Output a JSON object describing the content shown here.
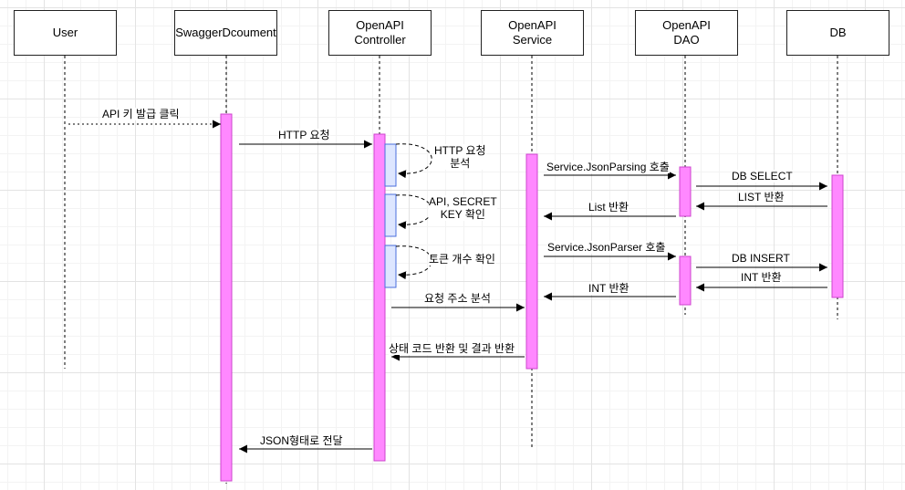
{
  "participants": [
    {
      "id": "user",
      "label": "User"
    },
    {
      "id": "swagger",
      "label": "SwaggerDcoument"
    },
    {
      "id": "controller",
      "label": "OpenAPI\nController"
    },
    {
      "id": "service",
      "label": "OpenAPI\nService"
    },
    {
      "id": "dao",
      "label": "OpenAPI\nDAO"
    },
    {
      "id": "db",
      "label": "DB"
    }
  ],
  "messages": [
    {
      "id": "m1",
      "from": "user",
      "to": "swagger",
      "label": "API 키 발급 클릭",
      "style": "dotted"
    },
    {
      "id": "m2",
      "from": "swagger",
      "to": "controller",
      "label": "HTTP 요청",
      "style": "solid"
    },
    {
      "id": "m3",
      "from": "controller",
      "to": "controller",
      "label": "HTTP 요청\n분석",
      "style": "self"
    },
    {
      "id": "m4",
      "from": "controller",
      "to": "controller",
      "label": "API, SECRET\nKEY 확인",
      "style": "self"
    },
    {
      "id": "m5",
      "from": "controller",
      "to": "controller",
      "label": "토큰 개수 확인",
      "style": "self"
    },
    {
      "id": "m6",
      "from": "service",
      "to": "dao",
      "label": "Service.JsonParsing 호출",
      "style": "solid"
    },
    {
      "id": "m7",
      "from": "dao",
      "to": "db",
      "label": "DB SELECT",
      "style": "solid"
    },
    {
      "id": "m8",
      "from": "db",
      "to": "dao",
      "label": "LIST 반환",
      "style": "solid"
    },
    {
      "id": "m9",
      "from": "dao",
      "to": "service",
      "label": "List 반환",
      "style": "solid"
    },
    {
      "id": "m10",
      "from": "service",
      "to": "dao",
      "label": "Service.JsonParser 호출",
      "style": "solid"
    },
    {
      "id": "m11",
      "from": "dao",
      "to": "db",
      "label": "DB INSERT",
      "style": "solid"
    },
    {
      "id": "m12",
      "from": "db",
      "to": "dao",
      "label": "INT 반환",
      "style": "solid"
    },
    {
      "id": "m13",
      "from": "dao",
      "to": "service",
      "label": "INT 반환",
      "style": "solid"
    },
    {
      "id": "m14",
      "from": "controller",
      "to": "service",
      "label": "요청 주소 분석",
      "style": "solid"
    },
    {
      "id": "m15",
      "from": "service",
      "to": "controller",
      "label": "상태 코드 반환 및 결과 반환",
      "style": "solid"
    },
    {
      "id": "m16",
      "from": "controller",
      "to": "swagger",
      "label": "JSON형태로 전달",
      "style": "solid"
    }
  ],
  "colors": {
    "activation_fill": "#ff88ff",
    "activation_stroke": "#cc44cc",
    "self_activation_fill": "#dde6ff",
    "self_activation_stroke": "#4a6fdc",
    "line": "#000000",
    "grid": "#e3e3e3"
  }
}
